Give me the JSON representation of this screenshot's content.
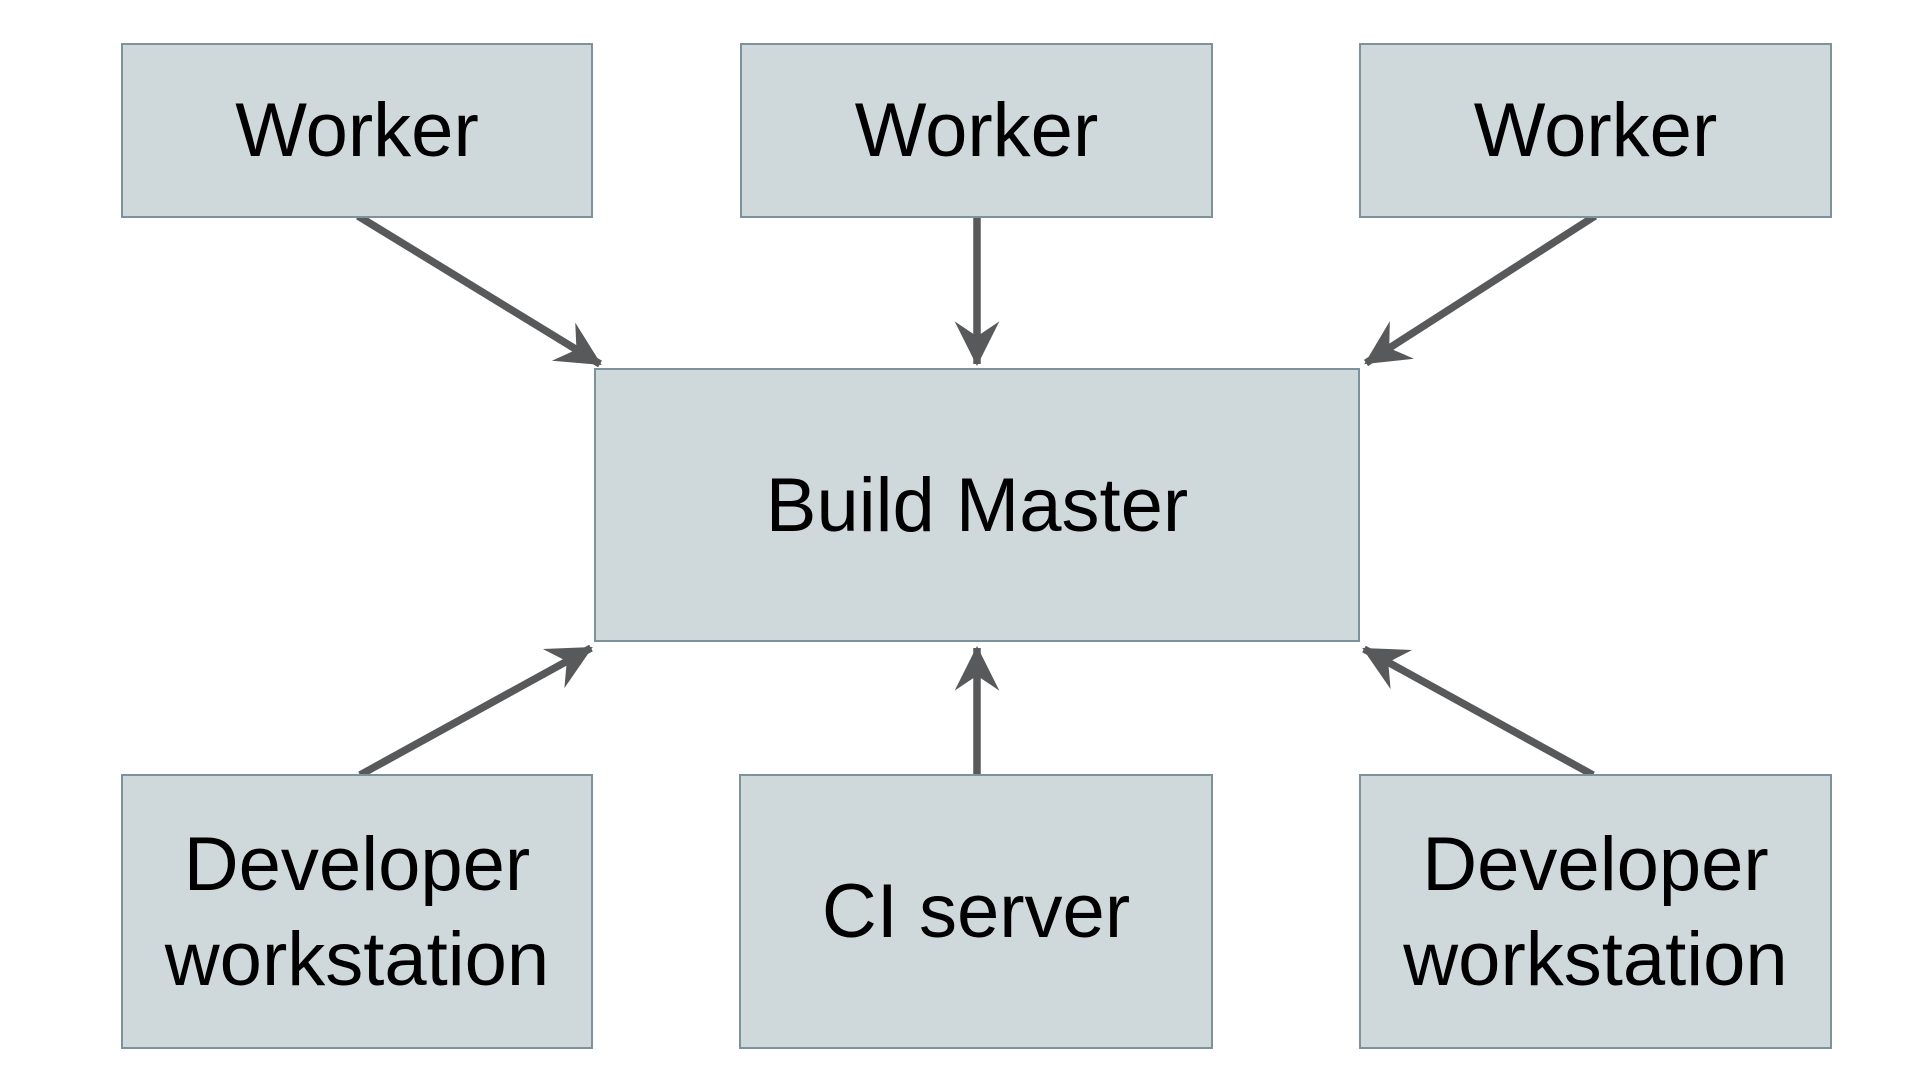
{
  "diagram": {
    "colors": {
      "background": "#ffffff",
      "box_fill": "#cfd8db",
      "box_border": "#7e929b",
      "arrow": "#58595a",
      "text": "#000000"
    },
    "nodes": {
      "worker_1": {
        "label": "Worker"
      },
      "worker_2": {
        "label": "Worker"
      },
      "worker_3": {
        "label": "Worker"
      },
      "build_master": {
        "label": "Build Master"
      },
      "developer_workstation_left": {
        "label": "Developer workstation"
      },
      "ci_server": {
        "label": "CI server"
      },
      "developer_workstation_right": {
        "label": "Developer workstation"
      }
    },
    "edges": [
      {
        "from": "worker_1",
        "to": "build_master"
      },
      {
        "from": "worker_2",
        "to": "build_master"
      },
      {
        "from": "worker_3",
        "to": "build_master"
      },
      {
        "from": "developer_workstation_left",
        "to": "build_master"
      },
      {
        "from": "ci_server",
        "to": "build_master"
      },
      {
        "from": "developer_workstation_right",
        "to": "build_master"
      }
    ]
  }
}
